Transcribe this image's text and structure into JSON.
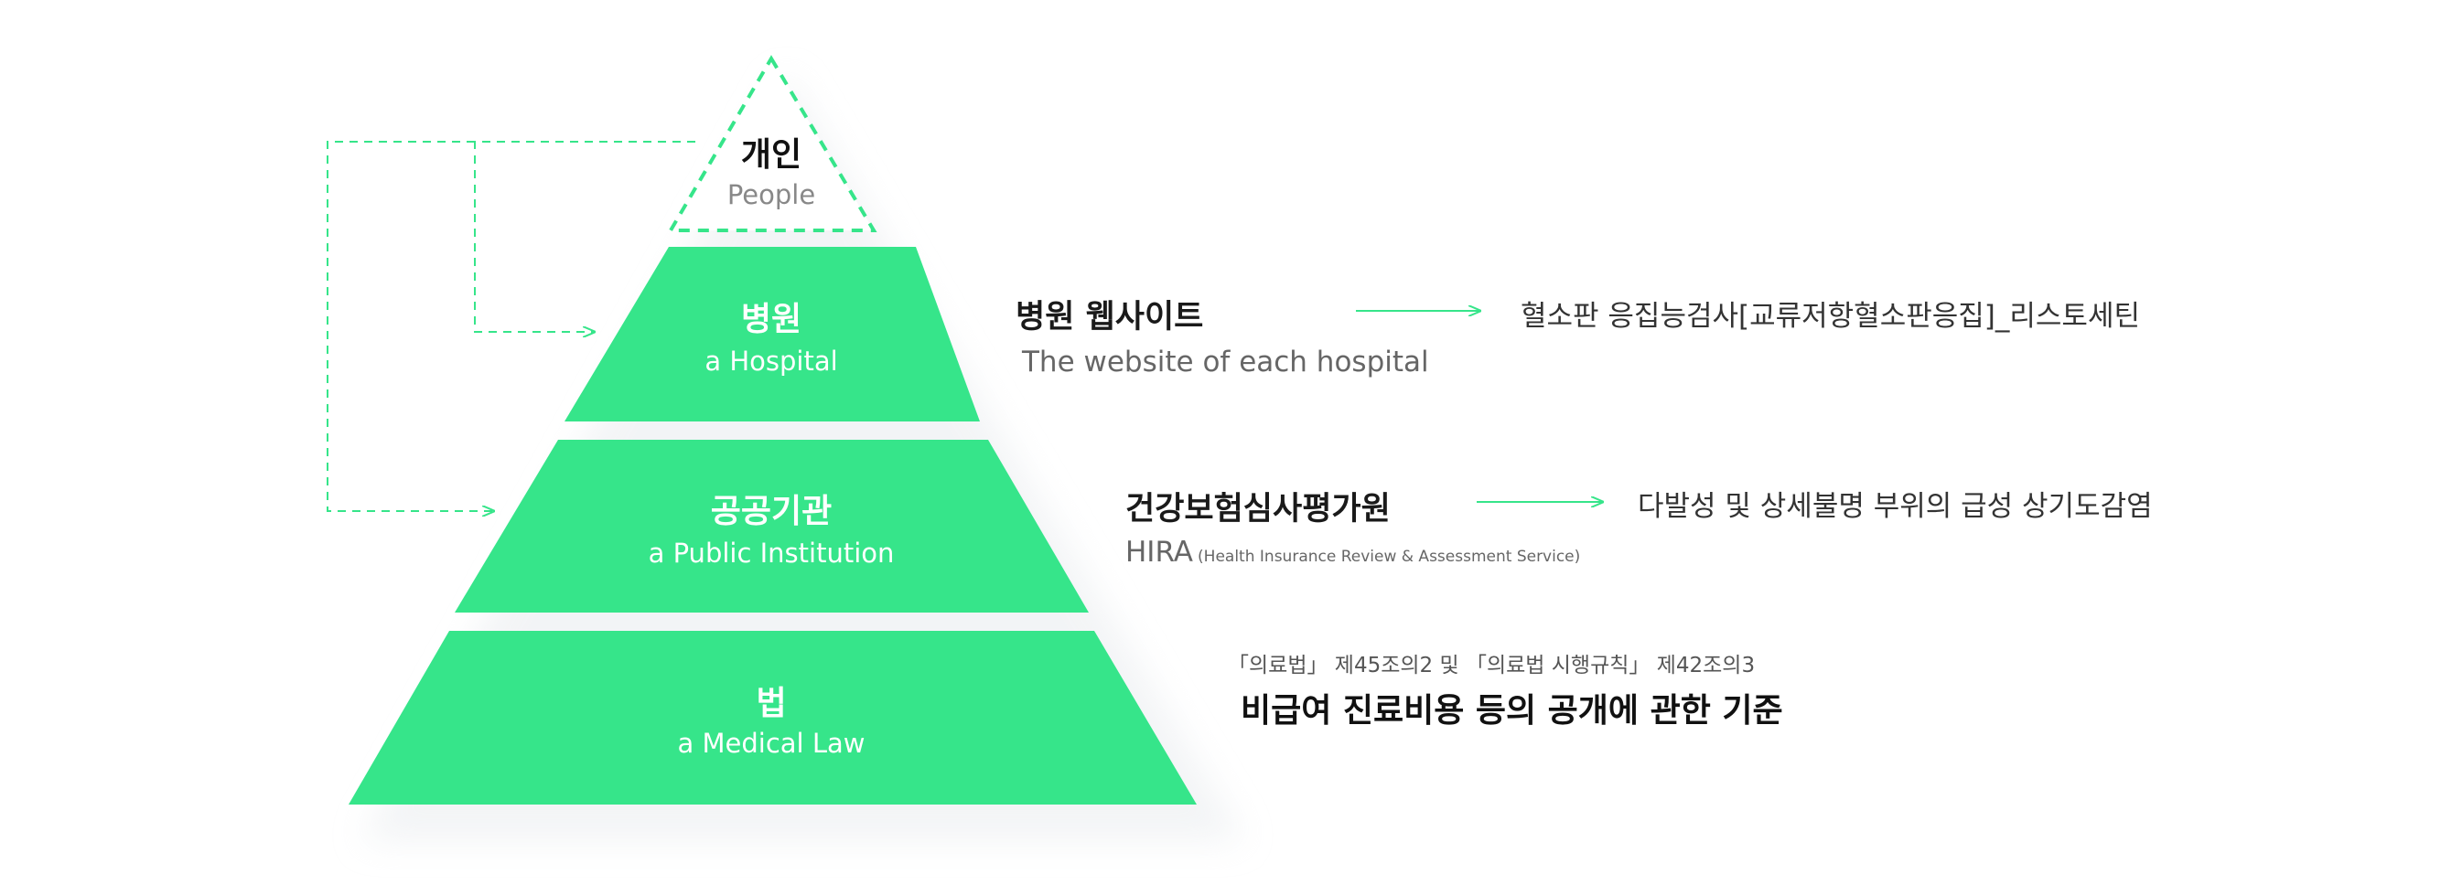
{
  "colors": {
    "tier_fill": "#36e58a",
    "dashed": "#36e58a",
    "arrow": "#36e58a"
  },
  "tiers": {
    "people": {
      "ko": "개인",
      "en": "People"
    },
    "hospital": {
      "ko": "병원",
      "en": "a Hospital"
    },
    "public": {
      "ko": "공공기관",
      "en": "a Public Institution"
    },
    "law": {
      "ko": "법",
      "en": "a Medical Law"
    }
  },
  "hospital_info": {
    "title": "병원 웹사이트",
    "subtitle": "The website of each hospital",
    "result": "혈소판 응집능검사[교류저항혈소판응집]_리스토세틴"
  },
  "public_info": {
    "title": "건강보험심사평가원",
    "subtitle_main": "HIRA",
    "subtitle_detail": "(Health Insurance Review & Assessment Service)",
    "result": "다발성 및 상세불명 부위의 급성 상기도감염"
  },
  "law_info": {
    "reference": "「의료법」 제45조의2 및 「의료법 시행규칙」 제42조의3",
    "title": "비급여 진료비용 등의 공개에 관한 기준"
  }
}
